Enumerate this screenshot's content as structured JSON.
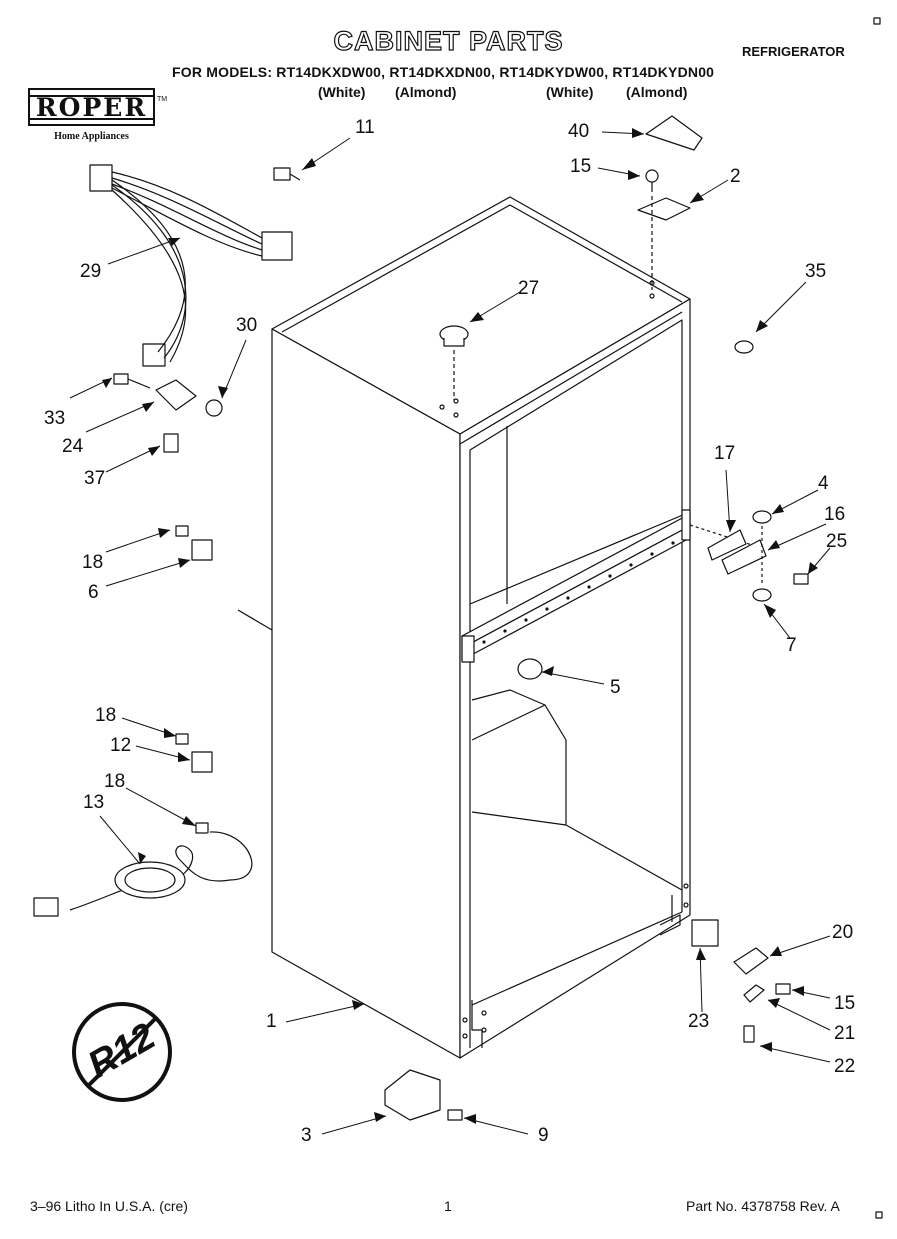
{
  "header": {
    "title": "CABINET PARTS",
    "appliance_type": "REFRIGERATOR",
    "models_line": "FOR MODELS: RT14DKXDW00, RT14DKXDN00, RT14DKYDW00, RT14DKYDN00",
    "variants": [
      "(White)",
      "(Almond)",
      "(White)",
      "(Almond)"
    ]
  },
  "brand": {
    "name": "ROPER",
    "subtitle": "Home Appliances",
    "trademark": "TM"
  },
  "badge": {
    "text": "R12"
  },
  "callouts": [
    "11",
    "40",
    "15",
    "2",
    "29",
    "35",
    "27",
    "30",
    "33",
    "24",
    "37",
    "17",
    "4",
    "16",
    "25",
    "18",
    "6",
    "7",
    "5",
    "18",
    "12",
    "18",
    "13",
    "20",
    "15",
    "23",
    "21",
    "1",
    "22",
    "3",
    "9"
  ],
  "footer": {
    "left": "3–96 Litho In U.S.A. (cre)",
    "page": "1",
    "right": "Part No. 4378758 Rev. A"
  }
}
